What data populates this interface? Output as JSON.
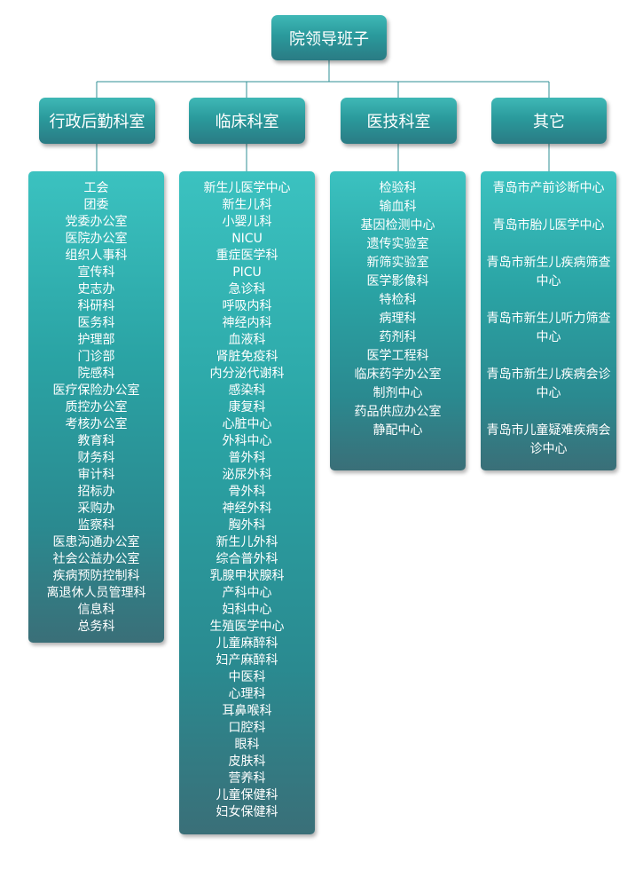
{
  "root": {
    "label": "院领导班子"
  },
  "categories": [
    {
      "label": "行政后勤科室"
    },
    {
      "label": "临床科室"
    },
    {
      "label": "医技科室"
    },
    {
      "label": "其它"
    }
  ],
  "lists": [
    [
      "工会",
      "团委",
      "党委办公室",
      "医院办公室",
      "组织人事科",
      "宣传科",
      "史志办",
      "科研科",
      "医务科",
      "护理部",
      "门诊部",
      "院感科",
      "医疗保险办公室",
      "质控办公室",
      "考核办公室",
      "教育科",
      "财务科",
      "审计科",
      "招标办",
      "采购办",
      "监察科",
      "医患沟通办公室",
      "社会公益办公室",
      "疾病预防控制科",
      "离退休人员管理科",
      "信息科",
      "总务科"
    ],
    [
      "新生儿医学中心",
      "新生儿科",
      "小婴儿科",
      "NICU",
      "重症医学科",
      "PICU",
      "急诊科",
      "呼吸内科",
      "神经内科",
      "血液科",
      "肾脏免疫科",
      "内分泌代谢科",
      "感染科",
      "康复科",
      "心脏中心",
      "外科中心",
      "普外科",
      "泌尿外科",
      "骨外科",
      "神经外科",
      "胸外科",
      "新生儿外科",
      "综合普外科",
      "乳腺甲状腺科",
      "产科中心",
      "妇科中心",
      "生殖医学中心",
      "儿童麻醉科",
      "妇产麻醉科",
      "中医科",
      "心理科",
      "耳鼻喉科",
      "口腔科",
      "眼科",
      "皮肤科",
      "营养科",
      "儿童保健科",
      "妇女保健科"
    ],
    [
      "检验科",
      "输血科",
      "基因检测中心",
      "遗传实验室",
      "新筛实验室",
      "医学影像科",
      "特检科",
      "病理科",
      "药剂科",
      "医学工程科",
      "临床药学办公室",
      "制剂中心",
      "药品供应办公室",
      "静配中心"
    ],
    [
      "青岛市产前诊断中心",
      "青岛市胎儿医学中心",
      "青岛市新生儿疾病筛查中心",
      "青岛市新生儿听力筛查中心",
      "青岛市新生儿疾病会诊中心",
      "青岛市儿童疑难疾病会诊中心"
    ]
  ],
  "colors": {
    "node_top": "#3fb8b6",
    "node_bottom": "#2a7b84",
    "connector": "#2f8f96"
  }
}
